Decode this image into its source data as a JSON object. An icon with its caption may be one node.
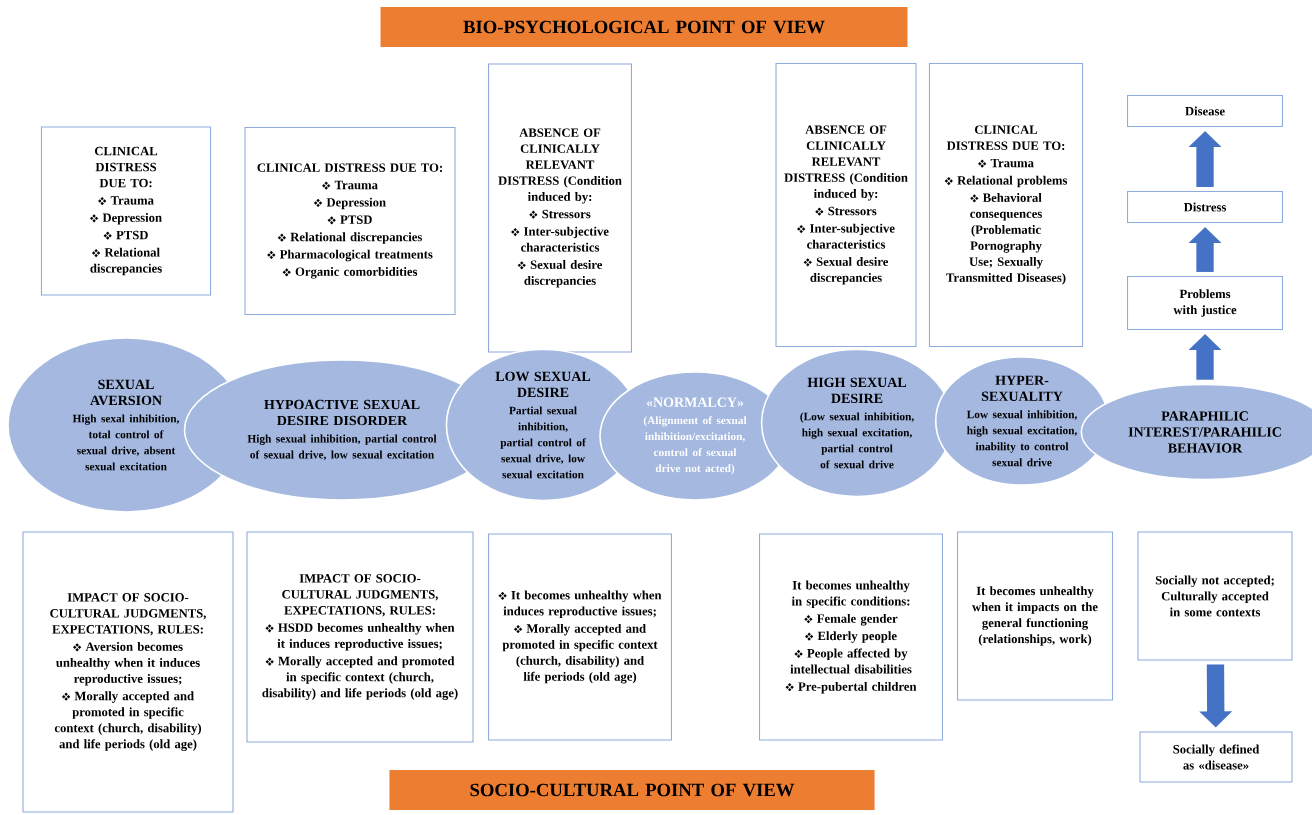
{
  "diagram": {
    "nodes": [
      {
        "text": [
          "BIO-PSYCHOLOGICAL POINT OF VIEW"
        ]
      },
      {
        "text": [
          "CLINICAL DISTRESS DUE TO:",
          "Trauma",
          "Depression",
          "PTSD",
          "Relational discrepancies"
        ]
      },
      {
        "text": [
          "CLINICAL DISTRESS DUE TO:",
          "Trauma",
          "Depression",
          "PTSD",
          "Relational discrepancies",
          "Pharmacological treatments",
          "Organic comorbidities"
        ]
      },
      {
        "text": [
          "ABSENCE OF CLINICALLY RELEVANT DISTRESS (Condition induced by:",
          "Stressors",
          "Inter-subjective characteristics",
          "Sexual desire discrepancies"
        ]
      },
      {
        "text": [
          "ABSENCE OF CLINICALLY RELEVANT DISTRESS (Condition induced by:",
          "Stressors",
          "Inter-subjective characteristics",
          "Sexual desire discrepancies"
        ]
      },
      {
        "text": [
          "CLINICAL DISTRESS DUE TO:",
          "Trauma",
          "Relational problems",
          "Behavioral consequences (Problematic Pornography Use; Sexually Transmitted Diseases)"
        ]
      },
      {
        "text": [
          "Disease"
        ]
      },
      {
        "text": [
          "Distress"
        ]
      },
      {
        "text": [
          "Problems with justice"
        ]
      },
      {
        "text": [
          "SEXUAL AVERSION",
          "High sexal inhibition, total control of sexual drive, absent sexual excitation"
        ]
      },
      {
        "text": [
          "HYPOACTIVE SEXUAL DESIRE DISORDER",
          "High sexual inhibition, partial control of sexual drive, low sexual excitation"
        ]
      },
      {
        "text": [
          "LOW SEXUAL DESIRE",
          "Partial sexual inhibition, partial control of sexual drive, low sexual excitation"
        ]
      },
      {
        "text": [
          "«NORMALCY»",
          "(Alignment of sexual inhibition/excitation, control of sexual drive not acted)"
        ]
      },
      {
        "text": [
          "HIGH SEXUAL DESIRE",
          "(Low sexual inhibition, high sexual excitation, partial control of sexual drive"
        ]
      },
      {
        "text": [
          "HYPER-SEXUALITY",
          "Low sexual inhibition, high sexual excitation, inability to control sexual drive"
        ]
      },
      {
        "text": [
          "PARAPHILIC INTEREST/PARAHILIC BEHAVIOR"
        ]
      },
      {
        "text": [
          "IMPACT OF SOCIO-CULTURAL JUDGMENTS, EXPECTATIONS, RULES:",
          "Aversion becomes unhealthy when it induces reproductive issues;",
          "Morally accepted and promoted in specific context (church, disability) and life periods (old age)"
        ]
      },
      {
        "text": [
          "IMPACT OF SOCIO-CULTURAL JUDGMENTS, EXPECTATIONS, RULES:",
          "HSDD becomes unhealthy when it induces reproductive issues;",
          "Morally accepted and promoted in specific context (church, disability) and life periods (old age)"
        ]
      },
      {
        "text": [
          "It becomes unhealthy when induces reproductive issues;",
          "Morally accepted and promoted in specific context (church, disability) and life periods (old age)"
        ]
      },
      {
        "text": [
          "It becomes unhealthy in specific conditions:",
          "Female gender",
          "Elderly people",
          "People affected by intellectual disabilities",
          "Pre-pubertal children"
        ]
      },
      {
        "text": [
          "It becomes unhealthy when it impacts on the general functioning (relationships, work)"
        ]
      },
      {
        "text": [
          "Socially not accepted; Culturally accepted in some contexts"
        ]
      },
      {
        "text": [
          "Socially defined as «disease»"
        ]
      },
      {
        "text": [
          "SOCIO-CULTURAL POINT OF VIEW"
        ]
      }
    ],
    "edges": [
      {
        "from": 15,
        "to": 8,
        "arrow": "to"
      },
      {
        "from": 8,
        "to": 7,
        "arrow": "to"
      },
      {
        "from": 7,
        "to": 6,
        "arrow": "to"
      },
      {
        "from": 21,
        "to": 22,
        "arrow": "to"
      }
    ]
  }
}
